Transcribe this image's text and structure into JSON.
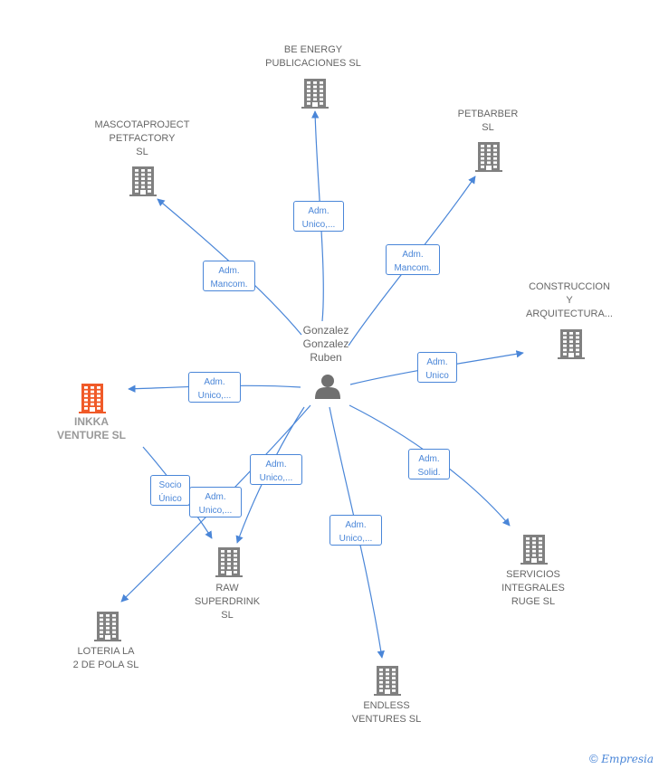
{
  "center": {
    "label": "Gonzalez\nGonzalez\nRuben",
    "icon": "person-icon"
  },
  "colors": {
    "edge": "#4a86d8",
    "building": "#808080",
    "highlight": "#f05a28"
  },
  "nodes": [
    {
      "id": "be-energy",
      "label": "BE ENERGY\nPUBLICACIONES SL",
      "icon": "building-icon"
    },
    {
      "id": "mascotaproject",
      "label": "MASCOTAPROJECT\nPETFACTORY\nSL",
      "icon": "building-icon"
    },
    {
      "id": "petbarber",
      "label": "PETBARBER\nSL",
      "icon": "building-icon"
    },
    {
      "id": "construccion",
      "label": "CONSTRUCCION\nY\nARQUITECTURA...",
      "icon": "building-icon"
    },
    {
      "id": "inkka",
      "label": "INKKA\nVENTURE  SL",
      "icon": "building-icon",
      "highlight": true
    },
    {
      "id": "raw",
      "label": "RAW\nSUPERDRINK\nSL",
      "icon": "building-icon"
    },
    {
      "id": "loteria",
      "label": "LOTERIA LA\n2 DE POLA  SL",
      "icon": "building-icon"
    },
    {
      "id": "endless",
      "label": "ENDLESS\nVENTURES  SL",
      "icon": "building-icon"
    },
    {
      "id": "servicios",
      "label": "SERVICIOS\nINTEGRALES\nRUGE SL",
      "icon": "building-icon"
    }
  ],
  "edges": [
    {
      "label": "Adm.\nUnico,...",
      "from": "center",
      "to": "be-energy"
    },
    {
      "label": "Adm.\nMancom.",
      "from": "center",
      "to": "mascotaproject"
    },
    {
      "label": "Adm.\nMancom.",
      "from": "center",
      "to": "petbarber"
    },
    {
      "label": "Adm.\nUnico",
      "from": "center",
      "to": "construccion"
    },
    {
      "label": "Adm.\nUnico,...",
      "from": "center",
      "to": "inkka"
    },
    {
      "label": "Adm.\nUnico,...",
      "from": "center",
      "to": "raw"
    },
    {
      "label": "Adm.\nUnico,...",
      "from": "center",
      "to": "loteria"
    },
    {
      "label": "Adm.\nUnico,...",
      "from": "center",
      "to": "endless"
    },
    {
      "label": "Adm.\nSolid.",
      "from": "center",
      "to": "servicios"
    },
    {
      "label": "Socio\nÚnico",
      "from": "inkka",
      "to": "raw"
    }
  ],
  "footer": {
    "copyright_symbol": "©",
    "brand": "Empresia"
  }
}
